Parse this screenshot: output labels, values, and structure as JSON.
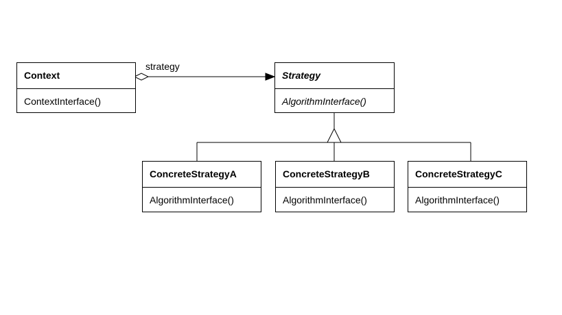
{
  "classes": {
    "context": {
      "name": "Context",
      "operation": "ContextInterface()"
    },
    "strategy": {
      "name": "Strategy",
      "operation": "AlgorithmInterface()"
    },
    "concrete_a": {
      "name": "ConcreteStrategyA",
      "operation": "AlgorithmInterface()"
    },
    "concrete_b": {
      "name": "ConcreteStrategyB",
      "operation": "AlgorithmInterface()"
    },
    "concrete_c": {
      "name": "ConcreteStrategyC",
      "operation": "AlgorithmInterface()"
    }
  },
  "associations": {
    "context_to_strategy": {
      "role": "strategy"
    }
  }
}
